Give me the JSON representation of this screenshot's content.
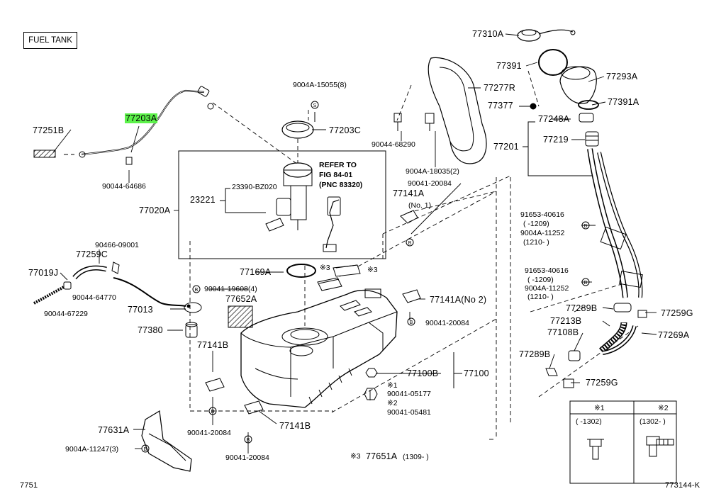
{
  "title": "FUEL TANK",
  "highlight_color": "#5cf24a",
  "labels": {
    "p77310A": "77310A",
    "p77391": "77391",
    "p77293A": "77293A",
    "p77391A": "77391A",
    "p77377": "77377",
    "p77277R": "77277R",
    "p9004A15055": "9004A-15055(8)",
    "p77203A": "77203A",
    "p77203C": "77203C",
    "p77251B": "77251B",
    "p90044_68290": "90044-68290",
    "p90044_64686": "90044-64686",
    "p9004A18035": "9004A-18035(2)",
    "p90041_20084a": "90041-20084",
    "p77141A_a": "77141A",
    "no1": "(No. 1)",
    "p77248A": "77248A",
    "p77219": "77219",
    "p77201": "77201",
    "refer1": "REFER TO",
    "refer2": "FIG 84-01",
    "refer3": "(PNC 83320)",
    "p23221": "23221",
    "p23390": "23390-BZ020",
    "p77020A": "77020A",
    "p91653_a": "91653-40616",
    "p1209a": "(      -1209)",
    "p9004A11252a": "9004A-11252",
    "p1210a": "(1210-      )",
    "p90466": "90466-09001",
    "p77259C": "77259C",
    "p77019J": "77019J",
    "p90044_64770": "90044-64770",
    "p90044_67229": "90044-67229",
    "p77169A": "77169A",
    "x3a": "※3",
    "x3b": "※3",
    "p90041_19608": "90041-19608(4)",
    "p77652A": "77652A",
    "p77013": "77013",
    "p77141A_b": "77141A(No 2)",
    "p90041_20084b": "90041-20084",
    "p91653_b": "91653-40616",
    "p1209b": "(      -1209)",
    "p9004A11252b": "9004A-11252",
    "p1210b": "(1210-      )",
    "p77289B_a": "77289B",
    "p77259G_a": "77259G",
    "p77213B": "77213B",
    "p77108B": "77108B",
    "p77269A": "77269A",
    "p77380": "77380",
    "p77141B_a": "77141B",
    "p77100B": "77100B",
    "p77100": "77100",
    "x1": "※1",
    "p90041_05177": "90041-05177",
    "x2": "※2",
    "p90041_05481": "90041-05481",
    "p77289B_b": "77289B",
    "p77259G_b": "77259G",
    "p77631A": "77631A",
    "p9004A11247": "9004A-11247(3)",
    "p90041_20084c": "90041-20084",
    "p77141B_b": "77141B",
    "p90041_20084d": "90041-20084",
    "x3c": "※3",
    "p77651A": "77651A",
    "p77651A_range": "(1309-      )",
    "footer_left": "7751",
    "footer_right": "773144-K",
    "legend_h1": "※1",
    "legend_h2": "※2",
    "legend_r1": "(      -1302)",
    "legend_r2": "(1302-      )"
  }
}
